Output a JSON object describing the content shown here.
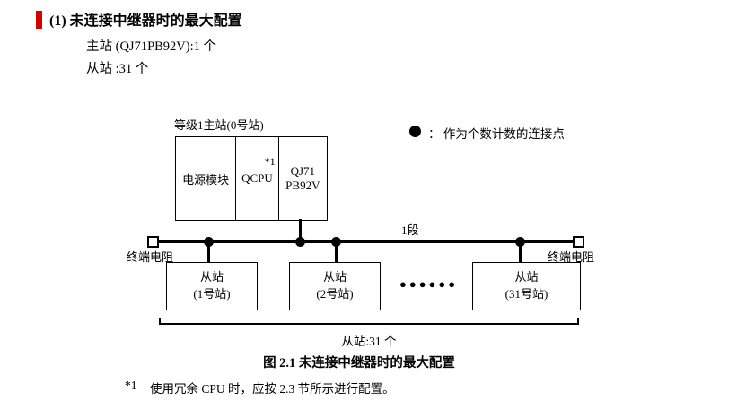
{
  "page": {
    "heading": "(1) 未连接中继器时的最大配置",
    "master_line": "主站 (QJ71PB92V):1 个",
    "slave_line": "从站 :31 个",
    "caption": "图 2.1 未连接中继器时的最大配置",
    "footnote": {
      "marker": "*1",
      "text": "使用冗余 CPU 时，应按 2.3 节所示进行配置。"
    }
  },
  "diagram": {
    "master_label": "等级1主站(0号站)",
    "master_cells": {
      "power": "电源模块",
      "cpu": "QCPU",
      "cpu_note": "*1",
      "network": "QJ71\nPB92V"
    },
    "legend_text": "： 作为个数计数的连接点",
    "segment_label": "1段",
    "terminator_left": "终端电阻",
    "terminator_right": "终端电阻",
    "slaves": [
      "从站\n(1号站)",
      "从站\n(2号站)",
      "从站\n(31号站)"
    ],
    "ellipsis": "●●●●●●",
    "slave_count_label": "从站:31 个"
  },
  "colors": {
    "accent_red": "#d40000",
    "line_black": "#000000"
  }
}
